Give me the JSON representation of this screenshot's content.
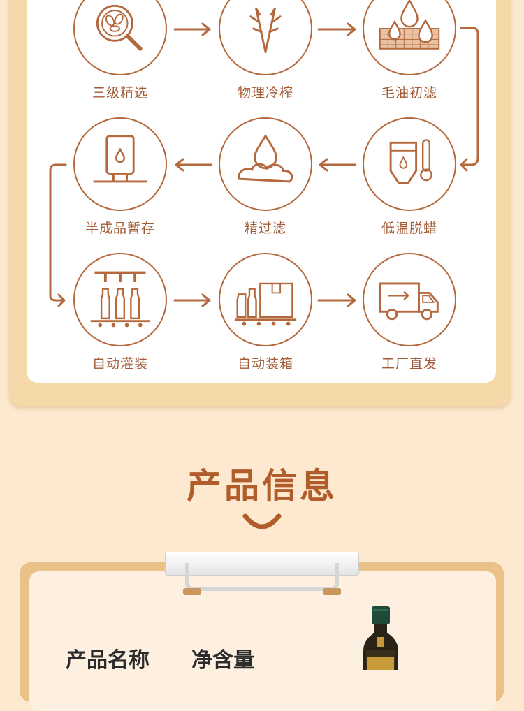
{
  "process": {
    "steps": [
      {
        "label": "三级精选",
        "icon": "magnifier-seeds-icon"
      },
      {
        "label": "物理冷榨",
        "icon": "press-icon"
      },
      {
        "label": "毛油初滤",
        "icon": "filter-drops-icon"
      },
      {
        "label": "低温脱蜡",
        "icon": "tank-thermometer-icon"
      },
      {
        "label": "精过滤",
        "icon": "oil-drop-cloud-icon"
      },
      {
        "label": "半成品暂存",
        "icon": "storage-tank-icon"
      },
      {
        "label": "自动灌装",
        "icon": "filling-line-icon"
      },
      {
        "label": "自动装箱",
        "icon": "boxing-line-icon"
      },
      {
        "label": "工厂直发",
        "icon": "delivery-truck-icon"
      }
    ]
  },
  "product_info": {
    "title": "产品信息",
    "labels": {
      "name": "产品名称",
      "net": "净含量"
    }
  },
  "colors": {
    "accent": "#b4683c",
    "title": "#b15c2b",
    "frame": "#f6d9a8",
    "background": "#fde9cf"
  }
}
